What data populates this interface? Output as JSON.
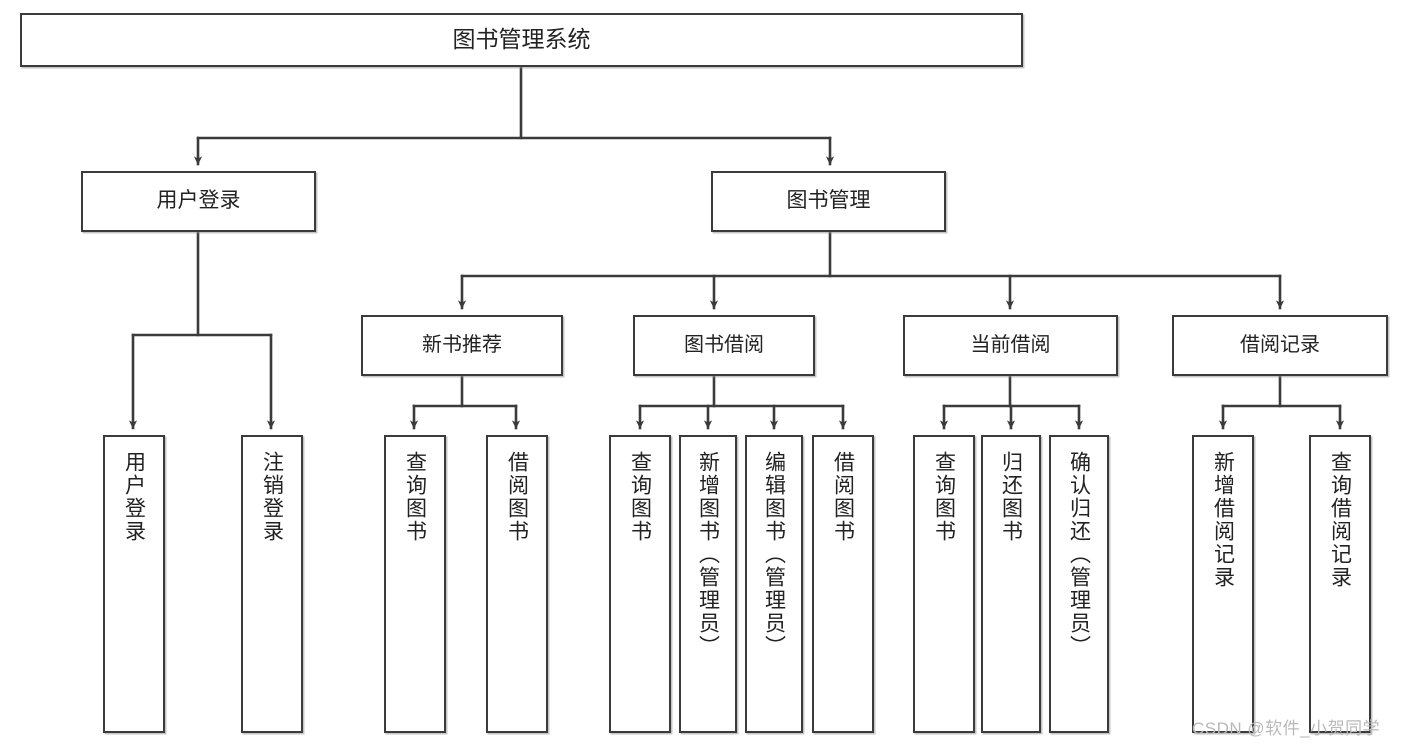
{
  "diagram": {
    "type": "tree-hierarchy",
    "title": "图书管理系统",
    "watermark": "CSDN @软件_小贺同学",
    "colors": {
      "stroke": "#3b3b3b",
      "fill": "#ffffff",
      "text": "#222222",
      "watermark": "#b9b9b9"
    },
    "levels": {
      "level1": [
        {
          "id": "root",
          "label": "图书管理系统"
        }
      ],
      "level2": [
        {
          "id": "user-login",
          "label": "用户登录"
        },
        {
          "id": "book-manage",
          "label": "图书管理"
        }
      ],
      "level3": [
        {
          "id": "new-book-rec",
          "label": "新书推荐"
        },
        {
          "id": "book-borrow",
          "label": "图书借阅"
        },
        {
          "id": "current-borrow",
          "label": "当前借阅"
        },
        {
          "id": "borrow-record",
          "label": "借阅记录"
        }
      ],
      "level4": [
        {
          "id": "leaf-user-login",
          "parent": "user-login",
          "label": "用户登录"
        },
        {
          "id": "leaf-logout",
          "parent": "user-login",
          "label": "注销登录"
        },
        {
          "id": "leaf-query-book-1",
          "parent": "new-book-rec",
          "label": "查询图书"
        },
        {
          "id": "leaf-borrow-book-1",
          "parent": "new-book-rec",
          "label": "借阅图书"
        },
        {
          "id": "leaf-query-book-2",
          "parent": "book-borrow",
          "label": "查询图书"
        },
        {
          "id": "leaf-add-book",
          "parent": "book-borrow",
          "label": "新增图书（管理员）"
        },
        {
          "id": "leaf-edit-book",
          "parent": "book-borrow",
          "label": "编辑图书（管理员）"
        },
        {
          "id": "leaf-borrow-book-2",
          "parent": "book-borrow",
          "label": "借阅图书"
        },
        {
          "id": "leaf-query-book-3",
          "parent": "current-borrow",
          "label": "查询图书"
        },
        {
          "id": "leaf-return-book",
          "parent": "current-borrow",
          "label": "归还图书"
        },
        {
          "id": "leaf-confirm-return",
          "parent": "current-borrow",
          "label": "确认归还（管理员）"
        },
        {
          "id": "leaf-add-record",
          "parent": "borrow-record",
          "label": "新增借阅记录"
        },
        {
          "id": "leaf-query-record",
          "parent": "borrow-record",
          "label": "查询借阅记录"
        }
      ]
    }
  }
}
